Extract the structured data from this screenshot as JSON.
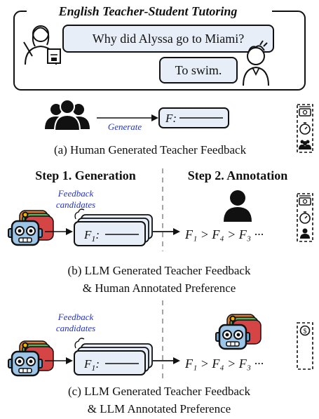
{
  "top_panel": {
    "title": "English Teacher-Student Tutoring",
    "teacher_utterance": "Why did Alyssa go to Miami?",
    "student_utterance": "To swim."
  },
  "section_a": {
    "arrow_label": "Generate",
    "feedback_label": "F:",
    "caption": "(a) Human Generated Teacher Feedback"
  },
  "section_b": {
    "step1_title": "Step 1. Generation",
    "step2_title": "Step 2. Annotation",
    "candidates_label_line1": "Feedback",
    "candidates_label_line2": "candidates",
    "feedback_label": "F",
    "feedback_sub": "1",
    "ranking": "F₁ > F₄ > F₃ ···",
    "caption_line1": "(b) LLM Generated Teacher Feedback",
    "caption_line2": "& Human Annotated Preference"
  },
  "section_c": {
    "candidates_label_line1": "Feedback",
    "candidates_label_line2": "candidates",
    "feedback_label": "F",
    "feedback_sub": "1",
    "ranking": "F₁ > F₄ > F₃ ···",
    "caption_line1": "(c) LLM Generated Teacher Feedback",
    "caption_line2": "& LLM Annotated Preference"
  },
  "icons": {
    "cost": "dollar-bill-icon",
    "time": "stopwatch-icon",
    "annotators": "group-icon"
  },
  "colors": {
    "box_fill": "#e8eef8",
    "box_stroke": "#1a1a1a",
    "accent_blue": "#2233cc",
    "dash_gray": "#9a9a9a"
  }
}
